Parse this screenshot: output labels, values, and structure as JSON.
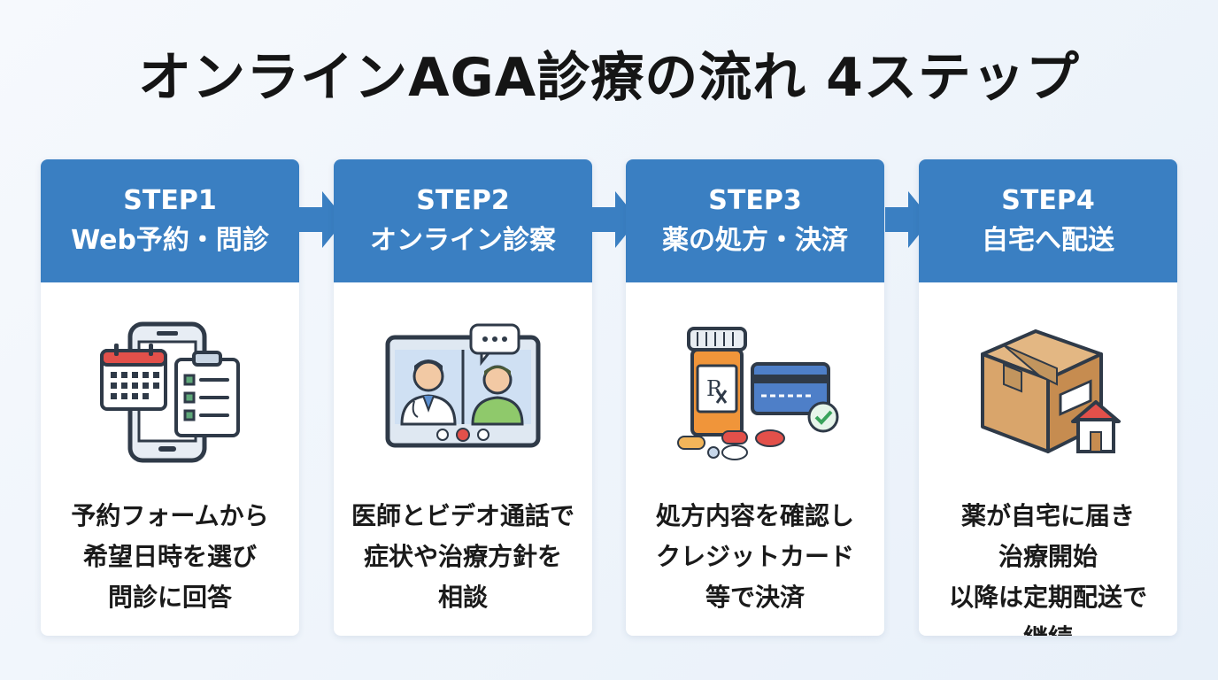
{
  "title": "オンラインAGA診療の流れ 4ステップ",
  "steps": [
    {
      "step": "STEP1",
      "title": "Web予約・問診",
      "icon": "phone-calendar-clipboard-icon",
      "desc": [
        "予約フォームから",
        "希望日時を選び",
        "問診に回答"
      ]
    },
    {
      "step": "STEP2",
      "title": "オンライン診察",
      "icon": "video-call-doctor-icon",
      "desc": [
        "医師とビデオ通話で",
        "症状や治療方針を",
        "相談"
      ]
    },
    {
      "step": "STEP3",
      "title": "薬の処方・決済",
      "icon": "prescription-credit-card-icon",
      "desc": [
        "処方内容を確認し",
        "クレジットカード",
        "等で決済"
      ]
    },
    {
      "step": "STEP4",
      "title": "自宅へ配送",
      "icon": "package-home-icon",
      "desc": [
        "薬が自宅に届き",
        "治療開始",
        "以降は定期配送で",
        "継続"
      ]
    }
  ],
  "colors": {
    "header_blue": "#3a7fc2",
    "arrow_blue": "#3a7fc2",
    "title_text": "#151515"
  }
}
